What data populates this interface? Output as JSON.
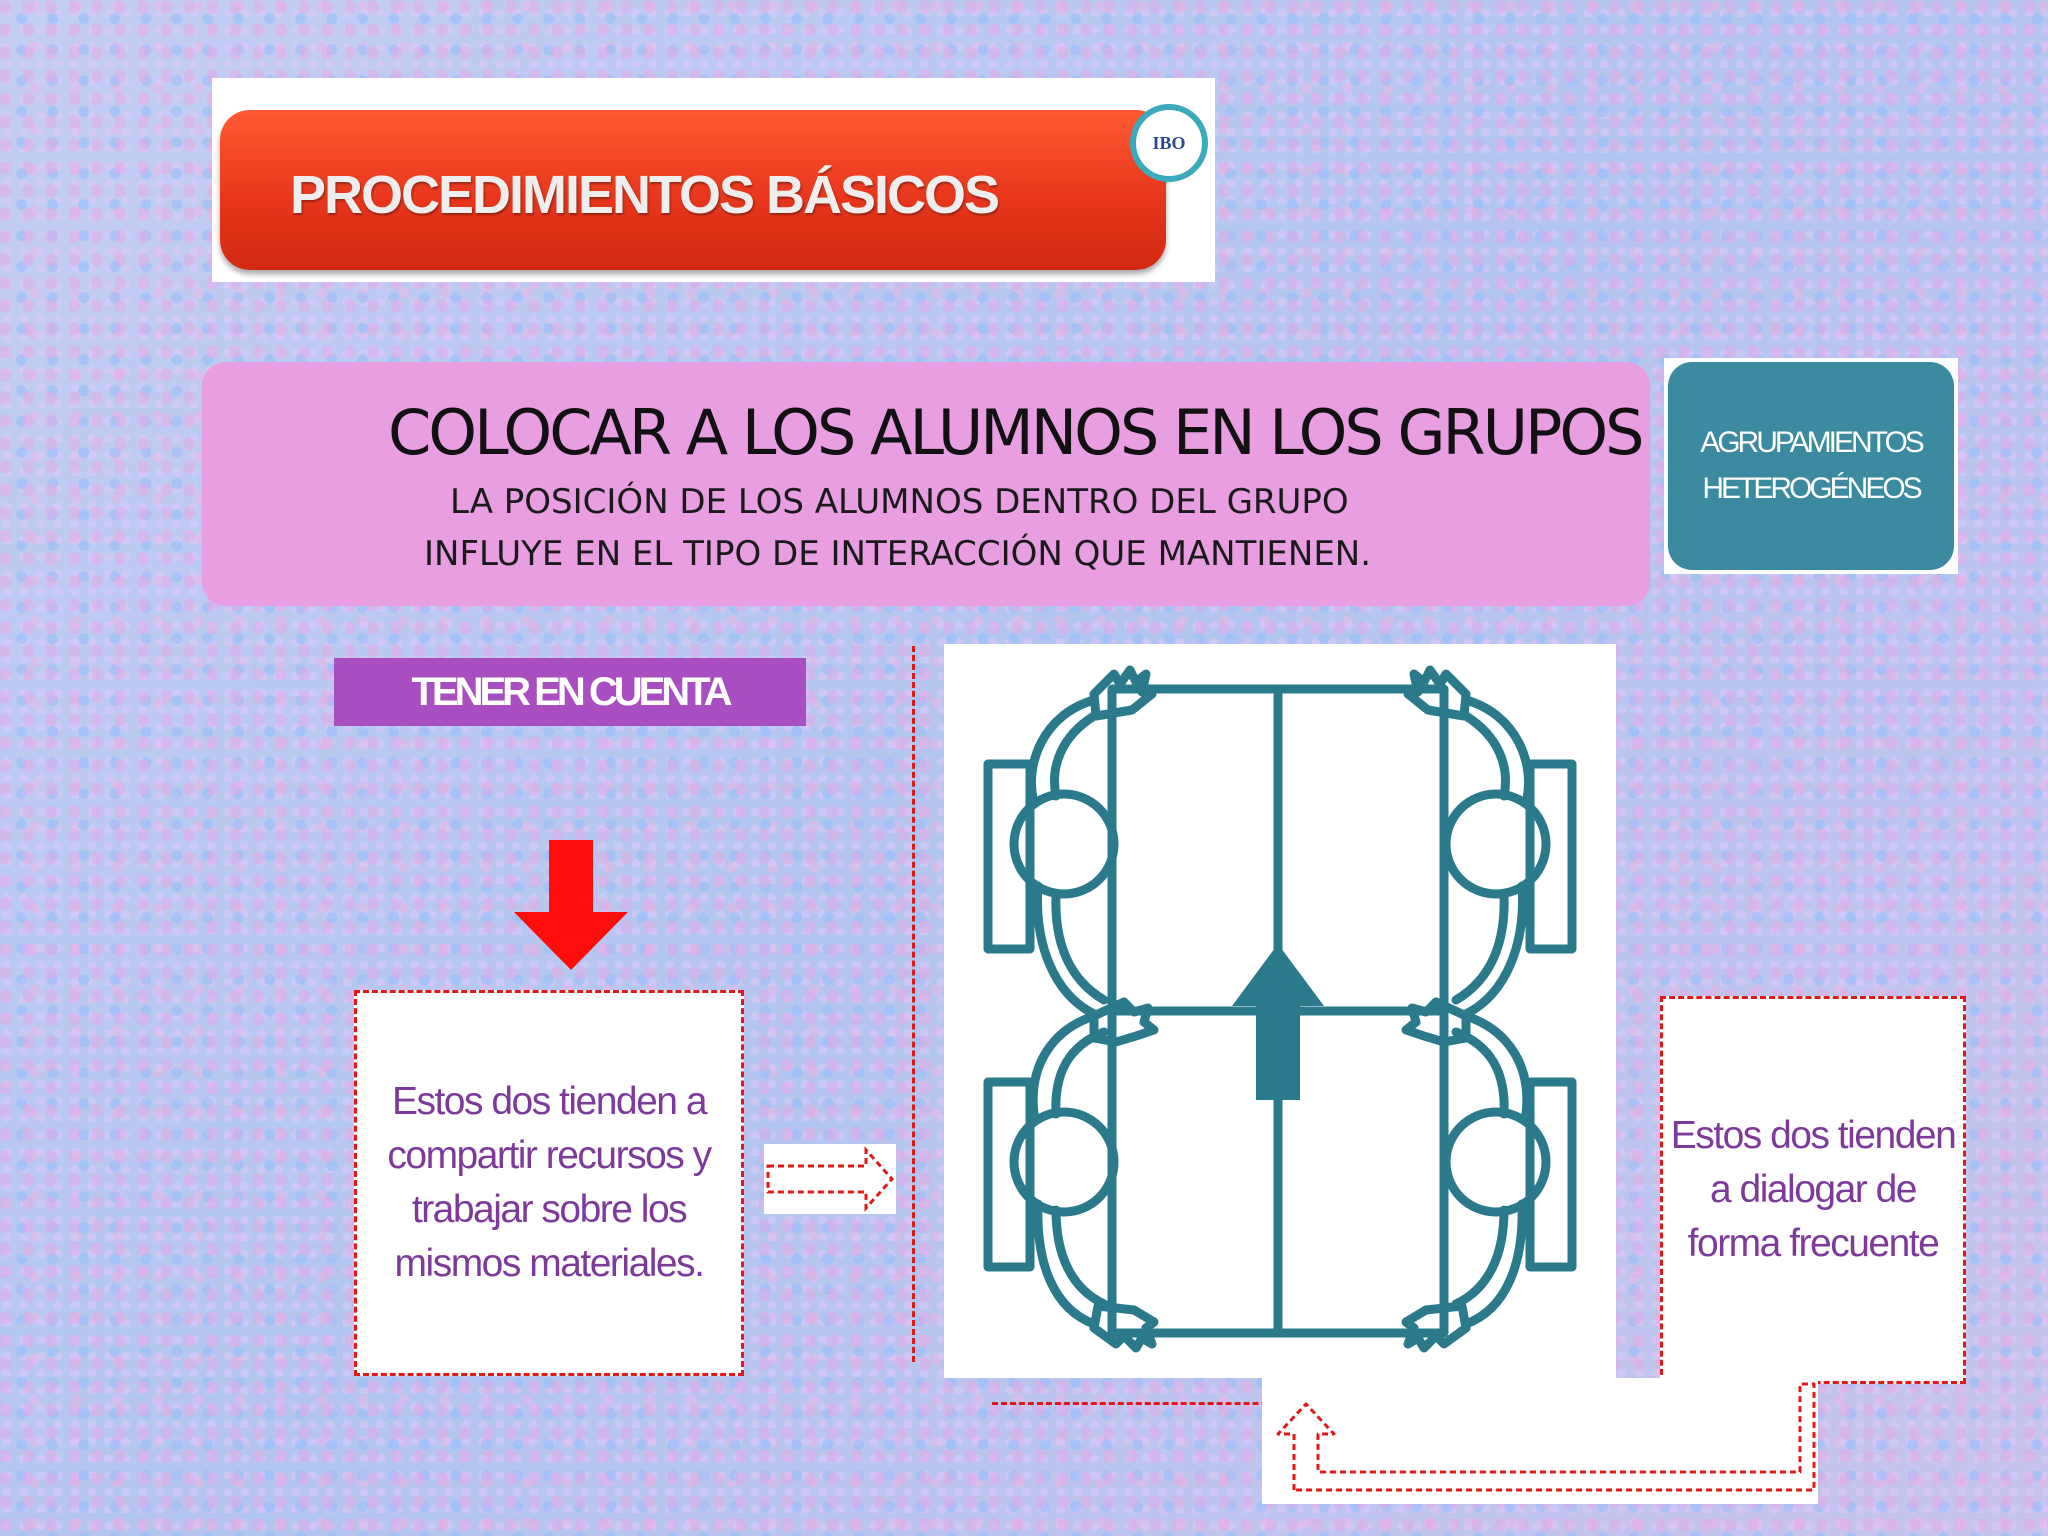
{
  "header": {
    "title": "PROCEDIMIENTOS BÁSICOS",
    "logo_text": "IBO"
  },
  "title_box": {
    "title": "COLOCAR A LOS ALUMNOS EN LOS GRUPOS",
    "subtitle_line1": "LA POSICIÓN DE LOS ALUMNOS DENTRO DEL GRUPO",
    "subtitle_line2": "INFLUYE EN EL TIPO DE INTERACCIÓN QUE MANTIENEN."
  },
  "side_box": {
    "line1": "AGRUPAMIENTOS",
    "line2": "HETEROGÉNEOS"
  },
  "label": "TENER EN CUENTA",
  "left_note": "Estos dos tienden a compartir recursos y trabajar sobre los mismos materiales.",
  "right_note": "Estos dos tienden a dialogar de forma frecuente",
  "colors": {
    "header_red": "#e8361c",
    "title_pink": "#e89ee0",
    "teal": "#3b8a9f",
    "label_purple": "#a94ec0",
    "note_text": "#7e3a9a",
    "dash_red": "#e01818",
    "diagram_stroke": "#2a7a8c"
  },
  "icons": [
    "down-arrow-icon",
    "hollow-right-arrow-icon",
    "hollow-up-arrow-icon",
    "table-seating-icon"
  ]
}
